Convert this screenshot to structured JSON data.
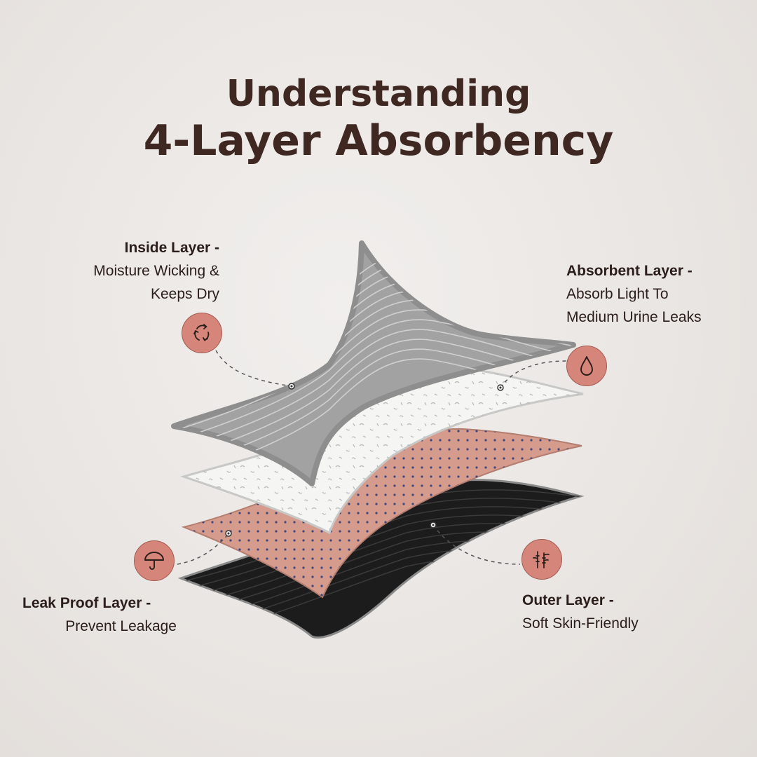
{
  "title": {
    "line1": "Understanding",
    "line2": "4-Layer Absorbency"
  },
  "colors": {
    "title": "#3f2722",
    "badge": "#d6857a",
    "inside_layer": "#9e9e9e",
    "absorbent_layer": "#f5f6f3",
    "leak_proof_layer": "#d59b8c",
    "outer_layer": "#1c1c1c"
  },
  "layers": {
    "inside": {
      "head": "Inside Layer -",
      "line1": "Moisture Wicking &",
      "line2": "Keeps Dry",
      "icon": "recycle-arrows-icon"
    },
    "absorbent": {
      "head": "Absorbent Layer -",
      "line1": "Absorb Light To",
      "line2": "Medium Urine Leaks",
      "icon": "water-drop-icon"
    },
    "leak_proof": {
      "head": "Leak Proof Layer -",
      "line1": "Prevent Leakage",
      "icon": "umbrella-icon"
    },
    "outer": {
      "head": "Outer Layer -",
      "line1": "Soft Skin-Friendly",
      "icon": "bamboo-icon"
    }
  }
}
